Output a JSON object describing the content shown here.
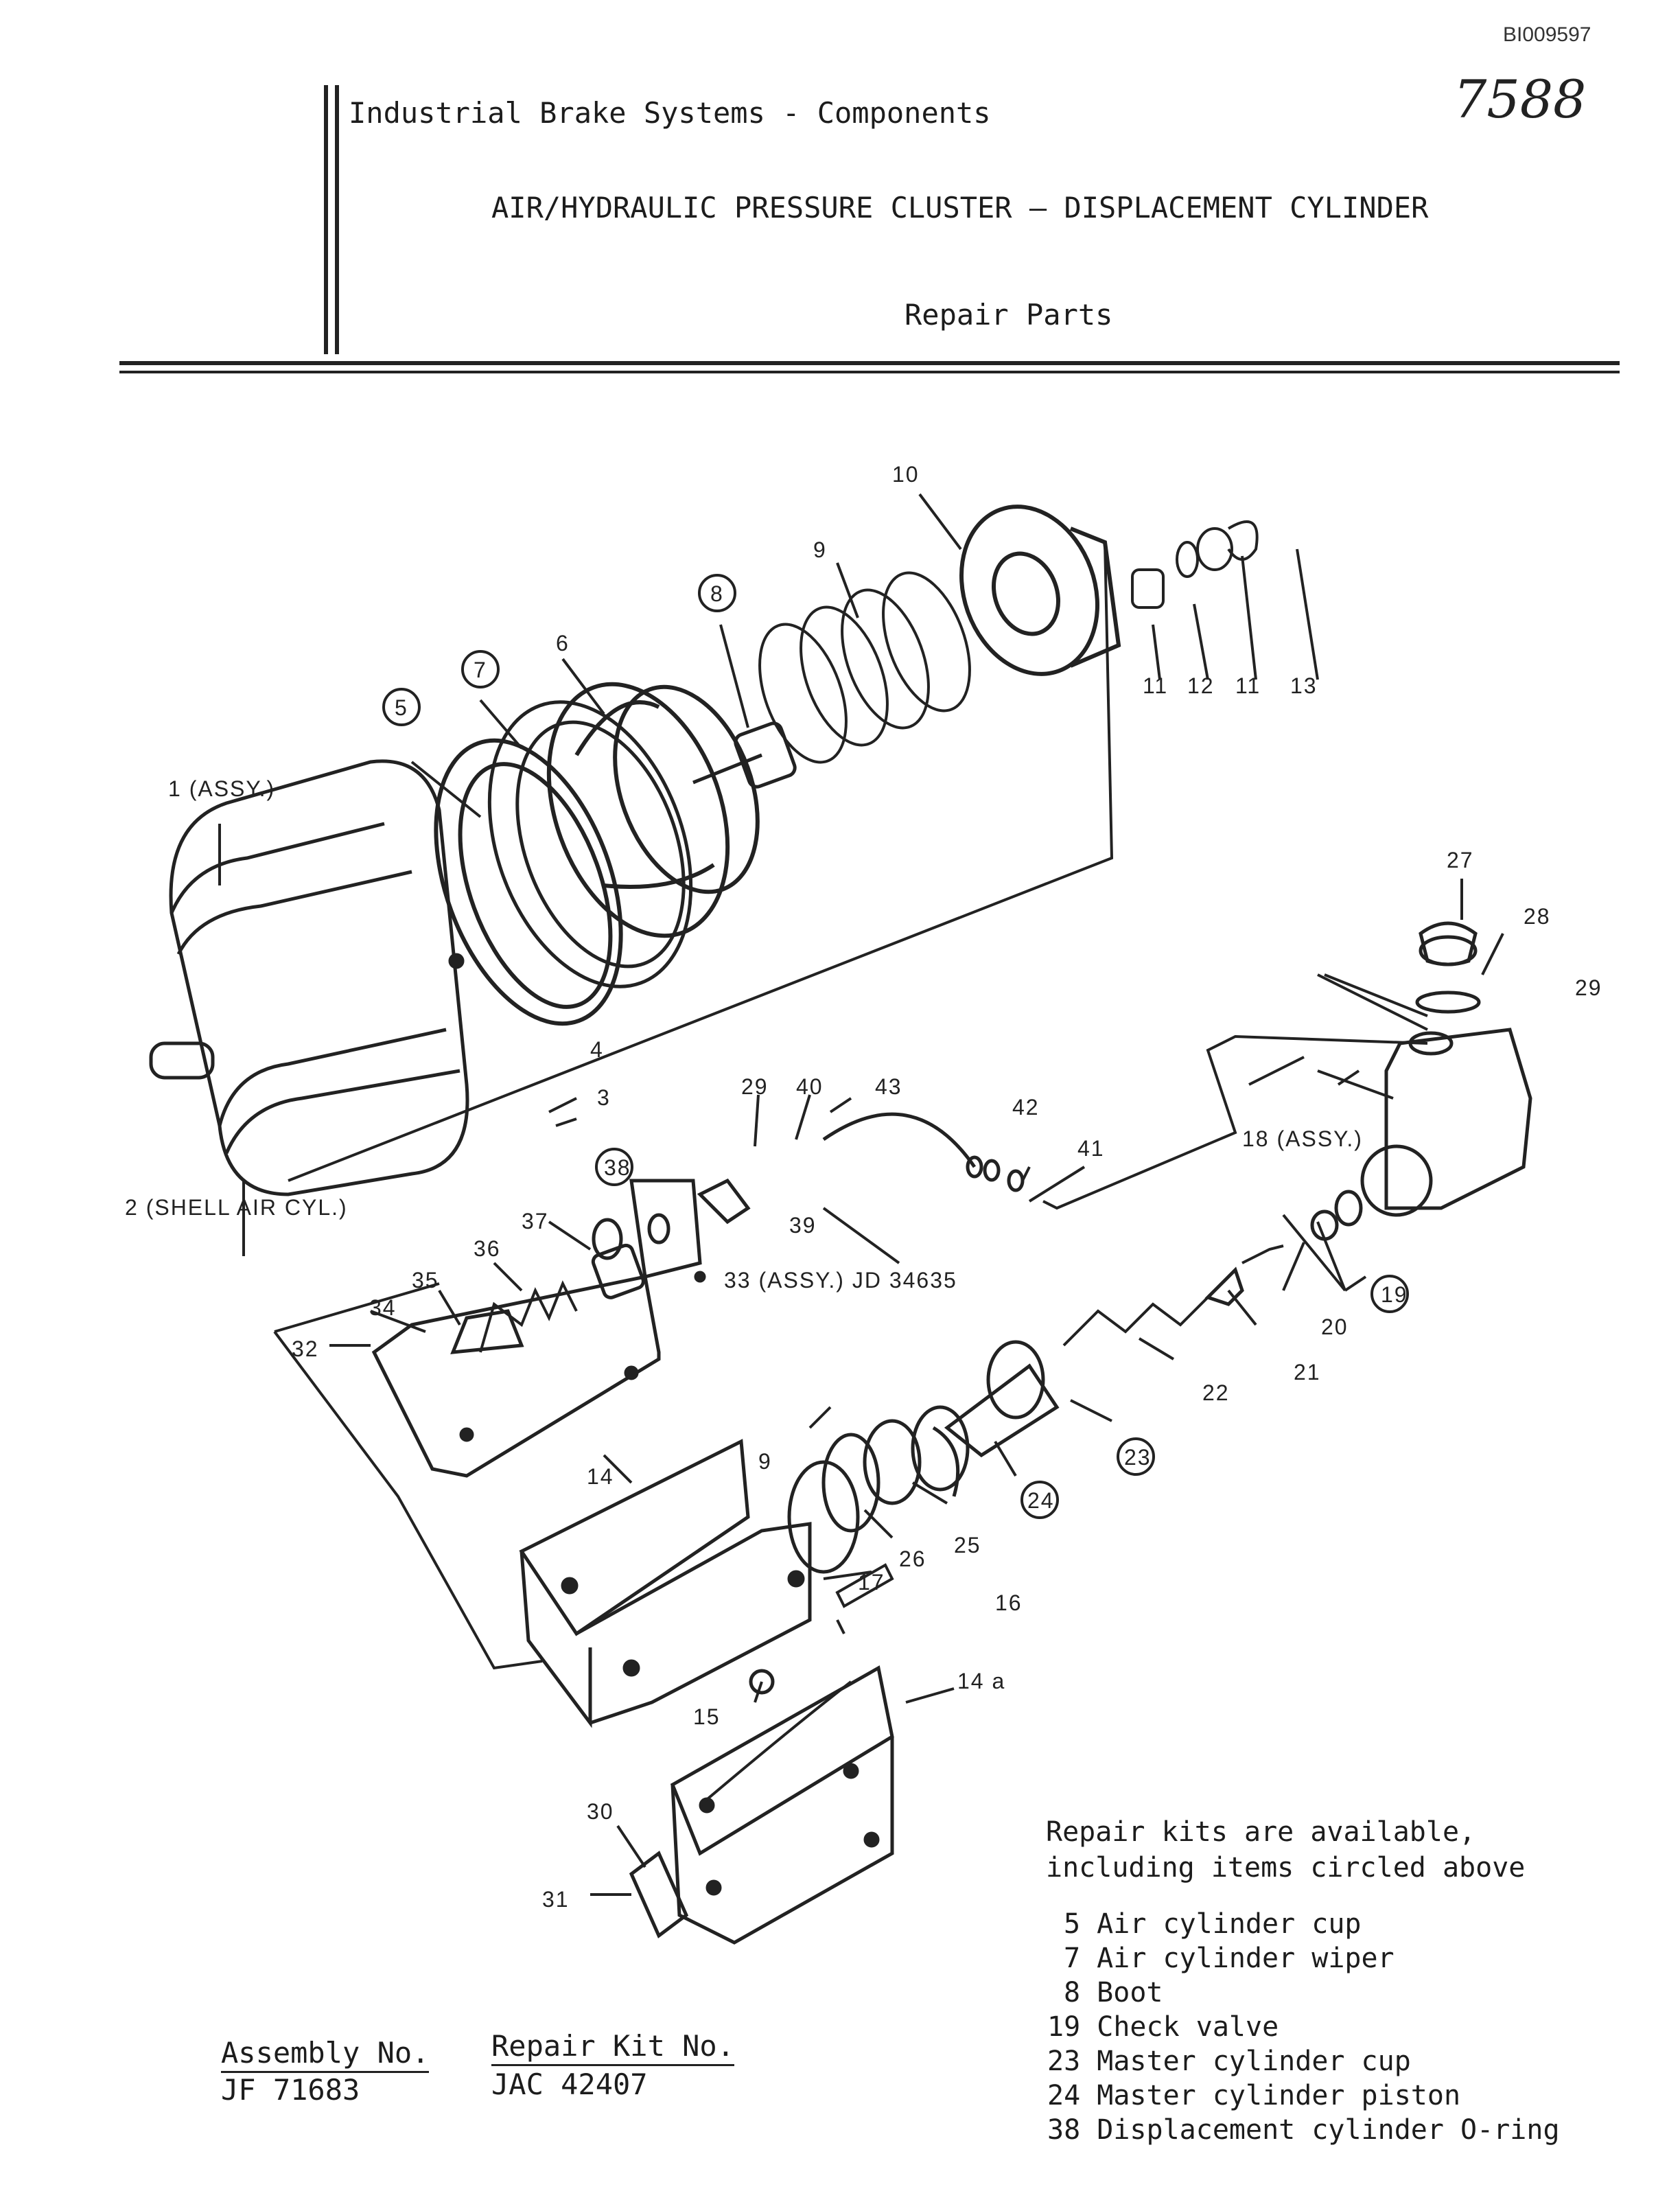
{
  "header": {
    "doc_id": "BI009597",
    "handwritten_number": "7588",
    "company_line": "Industrial Brake Systems - Components",
    "title": "AIR/HYDRAULIC PRESSURE CLUSTER — DISPLACEMENT CYLINDER",
    "subtitle": "Repair Parts"
  },
  "diagram": {
    "callouts": {
      "c10": "10",
      "c9a": "9",
      "c8": "8",
      "c6": "6",
      "c7": "7",
      "c5": "5",
      "c1": "1 (ASSY.)",
      "c2": "2 (SHELL AIR CYL.)",
      "c4": "4",
      "c3": "3",
      "c11a": "11",
      "c12": "12",
      "c11b": "11",
      "c13": "13",
      "c27": "27",
      "c28": "28",
      "c29b": "29",
      "c18": "18 (ASSY.)",
      "c29": "29",
      "c40": "40",
      "c43": "43",
      "c42": "42",
      "c41": "41",
      "c38": "38",
      "c37": "37",
      "c39": "39",
      "c36": "36",
      "c35": "35",
      "c34": "34",
      "c32": "32",
      "c33": "33 (ASSY.) JD 34635",
      "c19": "19",
      "c20": "20",
      "c21": "21",
      "c22": "22",
      "c23": "23",
      "c24": "24",
      "c25": "25",
      "c26": "26",
      "c9b": "9",
      "c14": "14",
      "c17": "17",
      "c16": "16",
      "c14a": "14 a",
      "c15": "15",
      "c30": "30",
      "c31": "31"
    }
  },
  "notes": {
    "line1": "Repair kits are available,",
    "line2": "including items circled above",
    "kit_items": [
      "5 Air cylinder cup",
      "7 Air cylinder wiper",
      "8 Boot",
      "19 Check valve",
      "23 Master cylinder cup",
      "24 Master cylinder piston",
      "38 Displacement cylinder O-ring"
    ]
  },
  "assembly": {
    "assembly_label": "Assembly No.",
    "assembly_value": "JF 71683",
    "repair_kit_label": "Repair Kit No.",
    "repair_kit_value": "JAC 42407"
  }
}
